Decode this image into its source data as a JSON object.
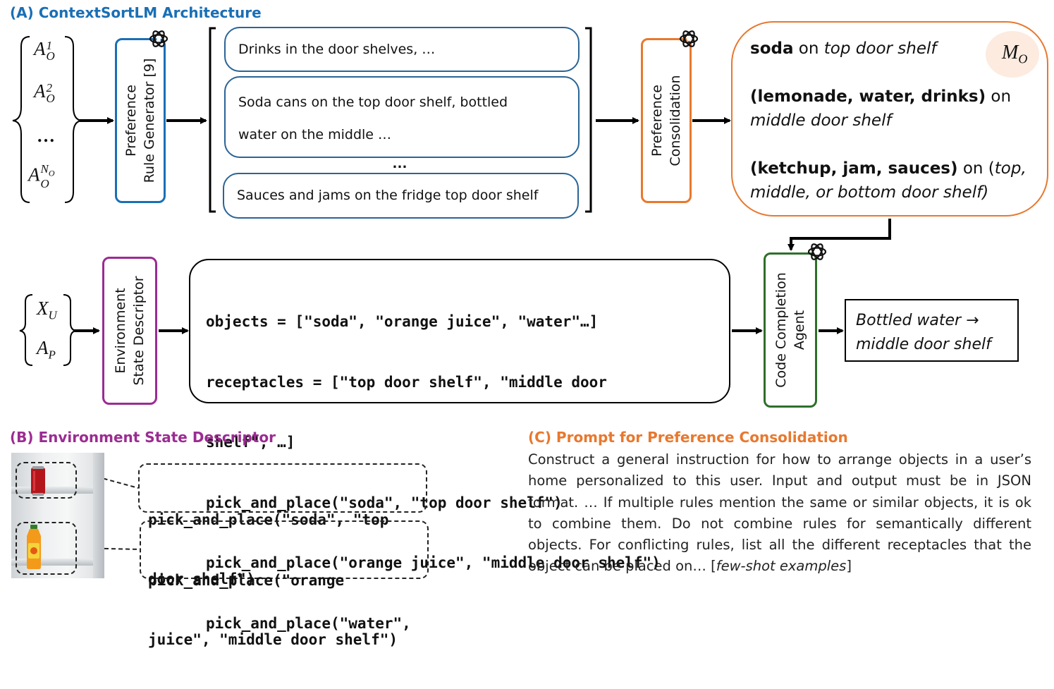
{
  "section_a": {
    "title": "(A) ContextSortLM Architecture",
    "inputs": [
      {
        "base": "A",
        "sub": "O",
        "sup": "1"
      },
      {
        "base": "A",
        "sub": "O",
        "sup": "2"
      },
      {
        "ellipsis": "…"
      },
      {
        "base": "A",
        "sub": "O",
        "sup_main": "N",
        "sup_sub": "O"
      }
    ],
    "generator_line1": "Preference",
    "generator_line2": "Rule Generator [9]",
    "rules": [
      "Drinks in the door shelves, …",
      "Soda cans on the top door shelf, bottled",
      "water on the middle …",
      "Sauces and jams on the fridge top door shelf"
    ],
    "rules_ellipsis": "…",
    "consolidation_line1": "Preference",
    "consolidation_line2": "Consolidation",
    "memory": {
      "label": "M",
      "label_sub": "O",
      "r1_bold": "soda",
      "r1_plain": " on ",
      "r1_ital": "top door shelf",
      "r2_bold": "(lemonade, water, drinks)",
      "r2_plain": " on",
      "r2_ital": "middle door shelf",
      "r3_bold": "(ketchup, jam, sauces)",
      "r3_plain": " on (",
      "r3_ital": "top,",
      "r3_ital2": "middle, or bottom door shelf)"
    },
    "state_inputs": [
      {
        "base": "X",
        "sub": "U"
      },
      {
        "base": "A",
        "sub": "P"
      }
    ],
    "env_line1": "Environment",
    "env_line2": "State Descriptor",
    "code_lines": [
      "objects = [\"soda\", \"orange juice\", \"water\"…]",
      "receptacles = [\"top door shelf\", \"middle door",
      "shelf\", …]",
      "pick_and_place(\"soda\", \"top door shelf\")",
      "pick_and_place(\"orange juice\", \"middle door shelf\")",
      "pick_and_place(\"water\","
    ],
    "agent_line1": "Code Completion",
    "agent_line2": "Agent",
    "output_line1": "Bottled water →",
    "output_line2": "middle door shelf"
  },
  "section_b": {
    "title": "(B) Environment State Descriptor",
    "box1_line1": "pick_and_place(\"soda\", \"top",
    "box1_line2": "door shelf\")",
    "box2_line1": "pick_and_place(\"orange",
    "box2_line2": "juice\", \"middle door shelf\")"
  },
  "section_c": {
    "title": "(C) Prompt for Preference Consolidation",
    "body": "Construct a general instruction for how to arrange objects in a user’s home personalized to this user. Input and output must be in JSON format. … If multiple rules mention the same or similar objects, it is ok to combine them. Do not combine rules for semantically different objects. For conflicting rules, list all the different receptacles that the object can be placed on… [",
    "body_ital": "few-shot examples",
    "body_end": "]"
  },
  "colors": {
    "blue": "#1a6fb5",
    "orange": "#e8782e",
    "purple": "#9b2c92",
    "green": "#2e6f2a",
    "memory_fill": "#fdebe0"
  },
  "icons": [
    "openai-logo-icon",
    "soda-can-icon",
    "orange-juice-bottle-icon"
  ]
}
